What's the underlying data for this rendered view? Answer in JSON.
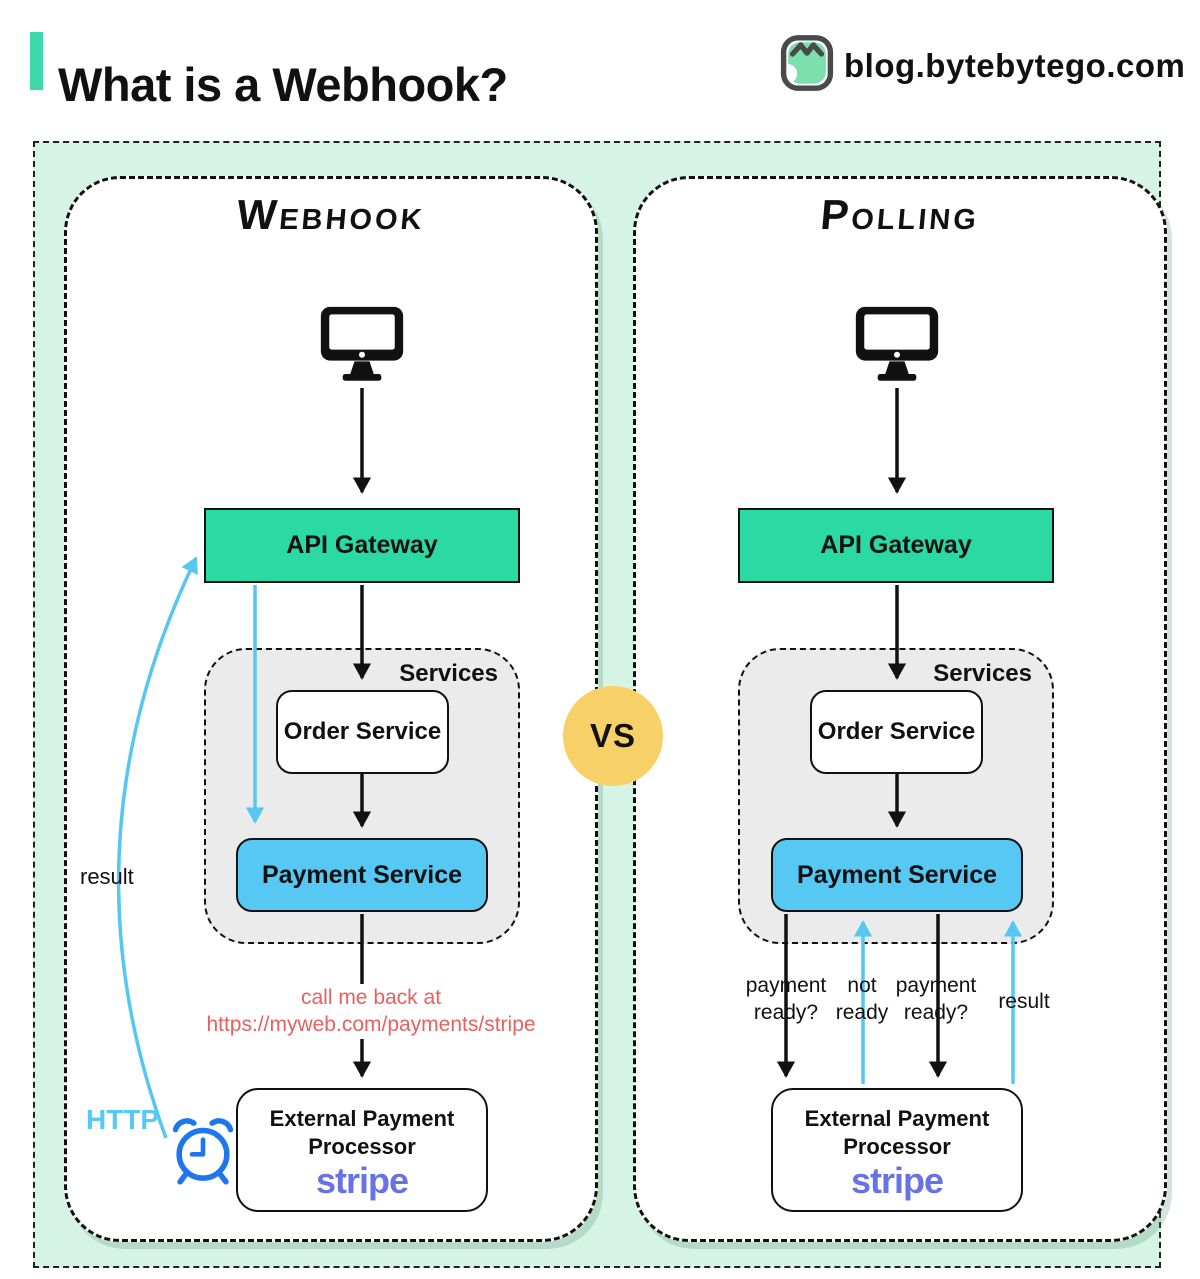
{
  "header": {
    "title": "What is a Webhook?",
    "site": "blog.bytebytego.com"
  },
  "vs_label": "VS",
  "icons": {
    "brand": "bytebytego-owl-icon",
    "client": "desktop-computer-icon",
    "timer": "alarm-clock-icon"
  },
  "colors": {
    "accent": "#3bd9ac",
    "board_bg": "#d5f4e5",
    "gateway_green": "#2bd9a2",
    "payment_blue": "#56c8f3",
    "services_gray": "#ebebeb",
    "vs_yellow": "#f7d168",
    "callback_red": "#e8605f",
    "flow_blue": "#55c7f2",
    "clock_blue": "#1d76ee",
    "stripe_purple": "#6772e5"
  },
  "panels": [
    {
      "id": "webhook",
      "title": "Webhook",
      "nodes": {
        "api_gateway": "API Gateway",
        "services_label": "Services",
        "order_service": "Order Service",
        "payment_service": "Payment Service",
        "external_processor": "External Payment Processor",
        "processor_brand": "stripe"
      },
      "annotations": {
        "callback_line1": "call me back at",
        "callback_line2": "https://myweb.com/payments/stripe",
        "result": "result",
        "http": "HTTP"
      }
    },
    {
      "id": "polling",
      "title": "Polling",
      "nodes": {
        "api_gateway": "API Gateway",
        "services_label": "Services",
        "order_service": "Order Service",
        "payment_service": "Payment Service",
        "external_processor": "External Payment Processor",
        "processor_brand": "stripe"
      },
      "flow_labels": [
        {
          "line1": "payment",
          "line2": "ready?"
        },
        {
          "line1": "not",
          "line2": "ready"
        },
        {
          "line1": "payment",
          "line2": "ready?"
        },
        {
          "line1": "result",
          "line2": ""
        }
      ]
    }
  ]
}
